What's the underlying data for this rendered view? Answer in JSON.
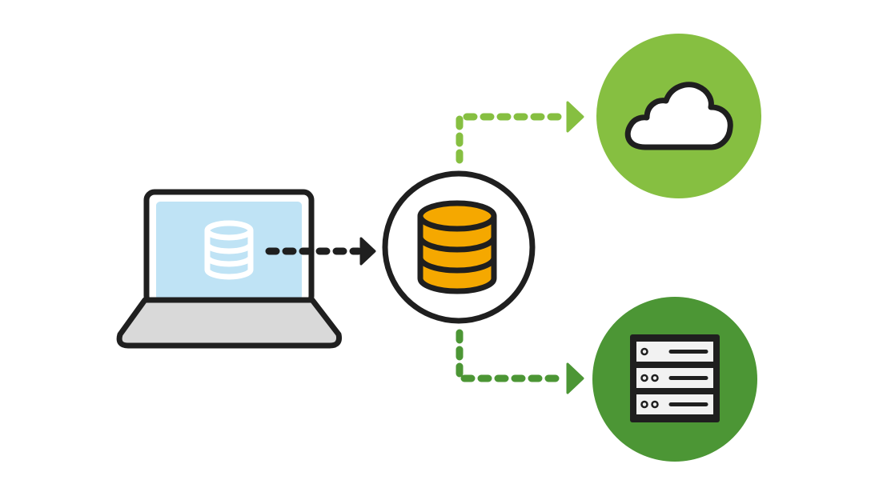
{
  "diagram": {
    "nodes": [
      {
        "id": "laptop",
        "icon": "laptop-with-database-icon"
      },
      {
        "id": "central-database",
        "icon": "database-icon"
      },
      {
        "id": "cloud",
        "icon": "cloud-icon"
      },
      {
        "id": "server",
        "icon": "server-rack-icon"
      }
    ],
    "edges": [
      {
        "from": "laptop",
        "to": "central-database",
        "style": "dotted-arrow"
      },
      {
        "from": "central-database",
        "to": "cloud",
        "style": "dotted-arrow"
      },
      {
        "from": "central-database",
        "to": "server",
        "style": "dotted-arrow"
      }
    ]
  },
  "colors": {
    "outline": "#1f1f1f",
    "laptop_screen": "#bfe3f5",
    "laptop_base": "#d9d9d9",
    "database_fill": "#f5a800",
    "cloud_circle": "#86bf41",
    "cloud_arrow": "#86bf41",
    "server_circle": "#4c9635",
    "server_arrow": "#4c9635",
    "server_unit": "#f2f2f2",
    "background": "#ffffff"
  }
}
